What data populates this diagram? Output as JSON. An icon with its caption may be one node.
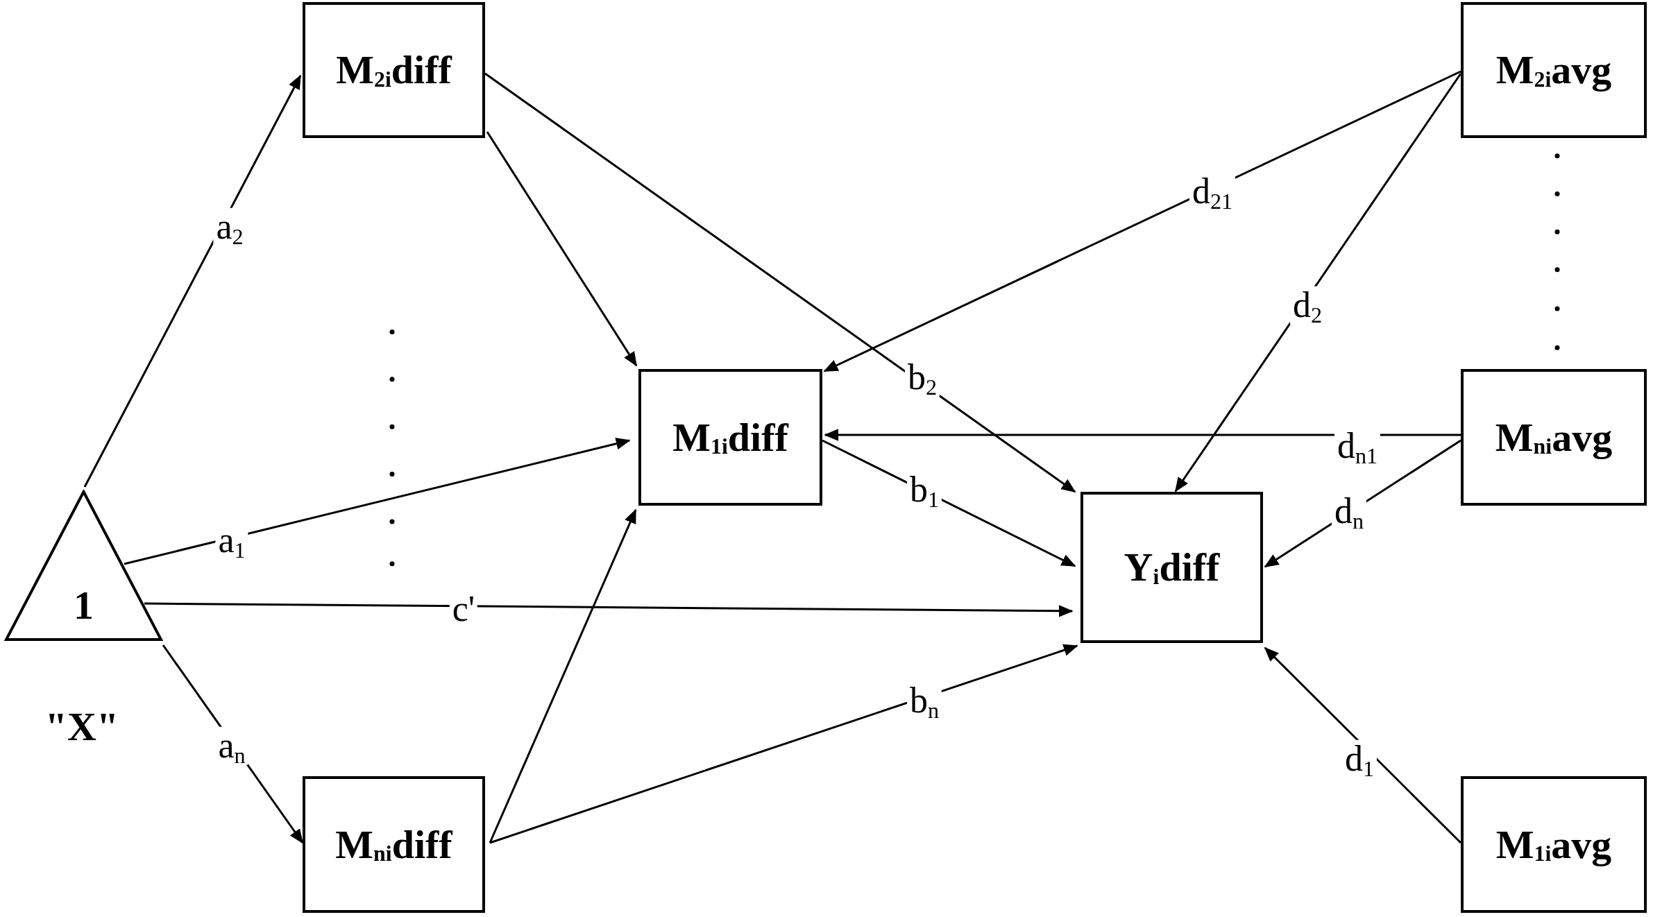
{
  "diagram": {
    "nodes": [
      {
        "text": [
          "1"
        ],
        "beside": [
          "\"X\""
        ]
      },
      {
        "text": [
          "M$_{2i}$diff"
        ]
      },
      {
        "text": [
          "M$_{2i}$avg"
        ]
      },
      {
        "text": [
          "M$_{1i}$diff"
        ]
      },
      {
        "text": [
          "M$_{ni}$avg"
        ]
      },
      {
        "text": [
          "Y$_{i}$diff"
        ]
      },
      {
        "text": [
          "M$_{ni}$diff"
        ]
      },
      {
        "text": [
          "M$_{1i}$avg"
        ]
      }
    ],
    "edges": [
      {
        "from": 0,
        "to": 1,
        "arrow": "to",
        "label": "a$_{2}$"
      },
      {
        "from": 0,
        "to": 3,
        "arrow": "to",
        "label": "a$_{1}$"
      },
      {
        "from": 0,
        "to": 5,
        "arrow": "to",
        "label": "c'"
      },
      {
        "from": 0,
        "to": 6,
        "arrow": "to",
        "label": "a$_{n}$"
      },
      {
        "from": 1,
        "to": 3,
        "arrow": "to"
      },
      {
        "from": 1,
        "to": 5,
        "arrow": "to",
        "label": "b$_{2}$"
      },
      {
        "from": 3,
        "to": 5,
        "arrow": "to",
        "label": "b$_{1}$"
      },
      {
        "from": 6,
        "to": 3,
        "arrow": "to"
      },
      {
        "from": 6,
        "to": 5,
        "arrow": "to",
        "label": "b$_{n}$"
      },
      {
        "from": 2,
        "to": 3,
        "arrow": "to",
        "label": "d$_{21}$"
      },
      {
        "from": 2,
        "to": 5,
        "arrow": "to",
        "label": "d$_{2}$"
      },
      {
        "from": 4,
        "to": 3,
        "arrow": "to",
        "label": "d$_{n1}$"
      },
      {
        "from": 4,
        "to": 5,
        "arrow": "to",
        "label": "d$_{n}$"
      },
      {
        "from": 7,
        "to": 5,
        "arrow": "to",
        "label": "d$_{1}$"
      }
    ]
  }
}
